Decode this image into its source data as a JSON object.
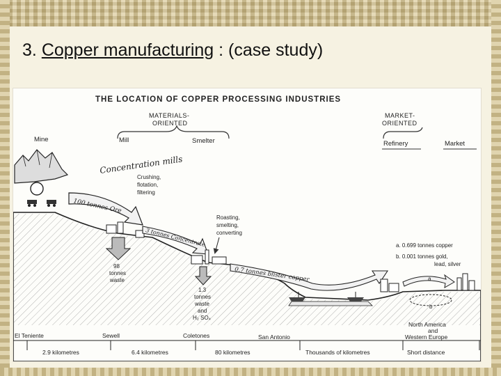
{
  "slide": {
    "number": "3.",
    "title_main": "Copper manufacturing",
    "title_sep": " : ",
    "title_rest": "(case study)"
  },
  "diagram": {
    "title": "THE LOCATION OF COPPER PROCESSING INDUSTRIES",
    "groups": {
      "materials_line1": "MATERIALS-",
      "materials_line2": "ORIENTED",
      "market_line1": "MARKET-",
      "market_line2": "ORIENTED"
    },
    "stages": {
      "mine": "Mine",
      "mill": "Mill",
      "smelter": "Smelter",
      "refinery": "Refinery",
      "market": "Market"
    },
    "annotations": {
      "concentration": "Concentration mills",
      "crushing_1": "Crushing,",
      "crushing_2": "flotation,",
      "crushing_3": "filtering",
      "ore": "100 tonnes Ore",
      "concentrate": "3 tonnes Concentrate",
      "roasting_1": "Roasting,",
      "roasting_2": "smelting,",
      "roasting_3": "converting",
      "blister": "0.7 tonnes blister copper",
      "waste98_1": "98",
      "waste98_2": "tonnes",
      "waste98_3": "waste",
      "waste13_1": "1.3",
      "waste13_2": "tonnes",
      "waste13_3": "waste",
      "waste13_4": "and",
      "waste13_5": "H₂ SO₄",
      "legend_a": "a. 0.699 tonnes copper",
      "legend_b1": "b. 0.001 tonnes gold,",
      "legend_b2": "lead, silver",
      "mark_a": "a",
      "mark_b": "b"
    },
    "places": {
      "el_teniente": "El Teniente",
      "sewell": "Sewell",
      "coletones": "Coletones",
      "san_antonio": "San Antonio",
      "north_america_1": "North America",
      "north_america_2": "and",
      "north_america_3": "Western Europe"
    },
    "distances": {
      "d1": "2.9 kilometres",
      "d2": "6.4 kilometres",
      "d3": "80 kilometres",
      "d4": "Thousands of kilometres",
      "d5": "Short distance"
    }
  }
}
